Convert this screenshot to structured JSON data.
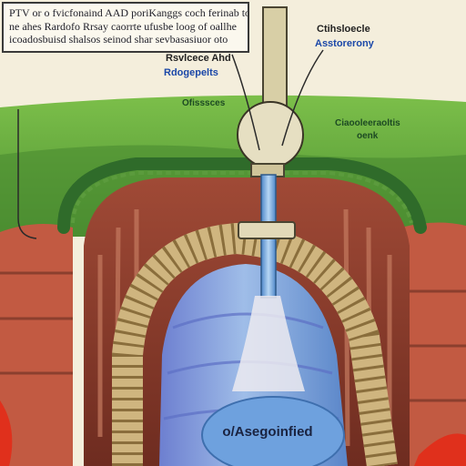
{
  "caption": {
    "line_1": "PTV or o fvicfonaind AAD poriKanggs coch ferinab to",
    "line_2": "ne ahes Rardofo Rrsay caorrte ufusbe loog of oallhe",
    "line_3": "icoadosbuisd shalsos seinod shar sevbasasiuor oto"
  },
  "labels": {
    "top_right_title": "Ctihsloecle",
    "top_right_subtitle": "Asstorerony",
    "left_title": "Rsvlcece Ahd",
    "left_subtitle": "Rdogepelts",
    "surface_label": "Ofisssces",
    "right_label_1": "Ciaooleeraoltis",
    "right_label_2": "oenk",
    "bottom_label": "o/Asegoinfied"
  },
  "colors": {
    "sky": "#f4eedc",
    "grass": "#5ea83c",
    "grass_dark": "#2f6b2a",
    "rock_red": "#c66a52",
    "rock_dark": "#8b3f2e",
    "layer_tan": "#d9c08a",
    "dome_blue": "#7fa3d8",
    "dome_purple": "#8f7fcf",
    "pipe": "#d8cfa6",
    "tube_blue": "#6fa6e0",
    "lava": "#e0301c"
  }
}
